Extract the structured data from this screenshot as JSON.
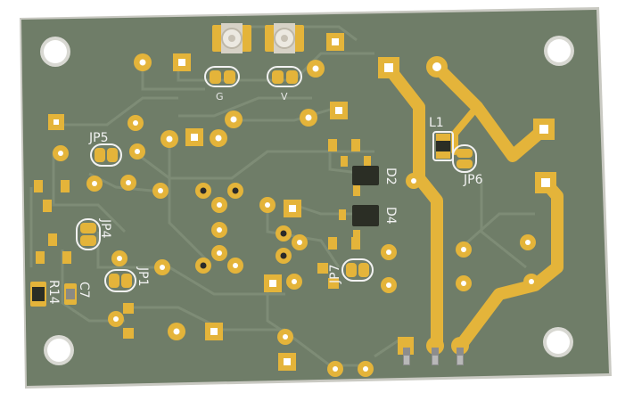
{
  "view": {
    "type": "pcb-3d-render"
  },
  "colors": {
    "board": "#6f7d68",
    "board_edge": "#c9c9c2",
    "trace": "#7d8c74",
    "copper": "#e4b43a",
    "copper_dark": "#c9961f",
    "mask_dark": "#2b2e25",
    "silk": "#f2f2f2"
  },
  "labels": {
    "led_g": "G",
    "led_v": "V",
    "l1": "L1",
    "jp5": "JP5",
    "jp4": "JP4",
    "jp1": "JP1",
    "jp6": "JP6",
    "jp7": "JP7",
    "d2": "D2",
    "d4": "D4",
    "r14": "R14",
    "c7": "C7"
  },
  "icons": {
    "mounting_hole": "mounting-hole-icon",
    "led": "led-icon",
    "pin_header": "pin-header-icon"
  }
}
